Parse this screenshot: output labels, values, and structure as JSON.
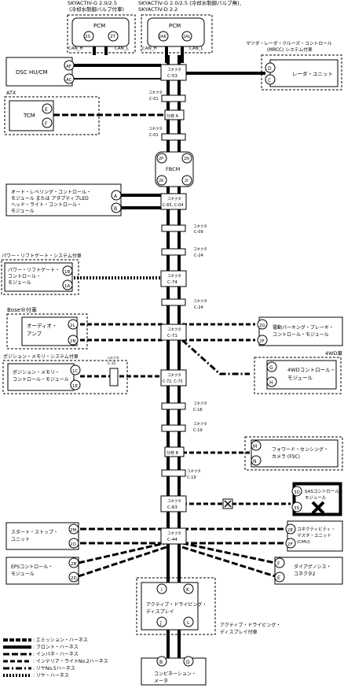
{
  "top_notes": {
    "left_line1": "SKYACTIV-G 2.0/2.5",
    "left_line2": "(冷却水制御バルブ付車)",
    "right_line1": "SKYACTIV-G 2.0/2.5 (冷却水制御バルブ無)、",
    "right_line2": "SKYACTIV-D 2.2"
  },
  "pcm_left": {
    "name": "PCM",
    "pin1": "2S",
    "pin2": "2T",
    "can_h": "CAN_H",
    "can_l": "CAN_L"
  },
  "pcm_right": {
    "name": "PCM",
    "pin1": "2AK",
    "pin2": "2AL",
    "can_h": "CAN_H",
    "can_l": "CAN_L"
  },
  "mrcc_note": {
    "line1": "マツダ・レーダ・クルーズ・コントロール",
    "line2": "(MRCC) システム付車"
  },
  "radar": {
    "name": "レーダ・ユニット",
    "pin1": "D",
    "pin2": "C"
  },
  "dsc": {
    "name": "DSC HU/CM",
    "pin1": "AF",
    "pin2": "AC"
  },
  "atx_note": "ATX",
  "tcm": {
    "name": "TCM",
    "pin1": "E",
    "pin2": "F"
  },
  "fbcm": {
    "name": "FBCM",
    "pins": [
      "2P",
      "2N",
      "2K",
      "2I"
    ]
  },
  "headlight": {
    "line1": "オート・レベリング・コントロール・",
    "line2": "モジュール または アダプティブLED",
    "line3": "ヘッド・ライト・コントロール・",
    "line4": "モジュール",
    "pin1": "A",
    "pin2": "B"
  },
  "liftgate_note": "パワー・リフトゲート・システム付車",
  "liftgate": {
    "line1": "パワー・リフトゲート・",
    "line2": "コントロール・",
    "line3": "モジュール",
    "pin1": "1B",
    "pin2": "1A"
  },
  "bose_note": "Bose®付車",
  "audio": {
    "line1": "オーディオ・",
    "line2": "アンプ",
    "pin1": "2L",
    "pin2": "2N"
  },
  "epb": {
    "line1": "電動パーキング・ブレーキ・",
    "line2": "コントロール・モジュール",
    "pin1": "2G",
    "pin2": "2F"
  },
  "fourwd_note": "4WD車",
  "fourwd": {
    "line1": "4WDコントロール・",
    "line2": "モジュール",
    "pin1": "G",
    "pin2": "H"
  },
  "memory_note": "ポジション・メモリ・システム付車",
  "memory": {
    "line1": "ポジション・メモリ・",
    "line2": "コントロール・モジュール",
    "pin1": "1C",
    "pin2": "1E"
  },
  "fsc": {
    "line1": "フォワード・センシング・",
    "line2": "カメラ (FSC)",
    "pin1": "M",
    "pin2": "N"
  },
  "sas": {
    "line1": "SASコントロール・",
    "line2": "モジュール",
    "pin1": "3D",
    "pin2": "3S"
  },
  "startstop": {
    "line1": "スタート・ストップ・",
    "line2": "ユニット",
    "pin1": "2M",
    "pin2": "2O"
  },
  "cmu": {
    "line1": "コネクティビティ・",
    "line2": "マスタ・ユニット",
    "line3": "(CMU)",
    "pin1": "2E",
    "pin2": "2F"
  },
  "eps": {
    "line1": "EPSコントロール・",
    "line2": "モジュール",
    "pin1": "2B",
    "pin2": "2D"
  },
  "diag": {
    "line1": "ダイアグノシス・",
    "line2": "コネクタ2",
    "pin1": "F",
    "pin2": "E"
  },
  "active": {
    "line1": "アクティブ・ドライビング・",
    "line2": "ディスプレイ",
    "pins": [
      "I",
      "K",
      "J",
      "L"
    ],
    "note1": "アクティブ・ドライビング・",
    "note2": "ディスプレイ付車"
  },
  "combi": {
    "line1": "コンビネーション・",
    "line2": "メータ",
    "pin1": "B",
    "pin2": "D"
  },
  "connectors": {
    "word": "コネクタ",
    "c53": "C-53",
    "c01": "C-01",
    "c65_c04": "C-65, C-04",
    "c09": "C-09",
    "c24": "C-24",
    "c74": "C-74",
    "c71": "C-71",
    "c72_c73": "C-72, C-73",
    "c31": "C-31",
    "c16": "C-16",
    "c19": "C-19",
    "c63": "C-63",
    "c44": "C-44",
    "splice_a": "分岐 A",
    "splice_b": "分岐 B"
  },
  "legend": [
    ": エミッション・ハーネス",
    ": フロント・ハーネス",
    ": インパネ・ハーネス",
    ": インテリア・ライトNo.2ハーネス",
    ": リヤNo.5ハーネス",
    ": リヤ・ハーネス"
  ]
}
